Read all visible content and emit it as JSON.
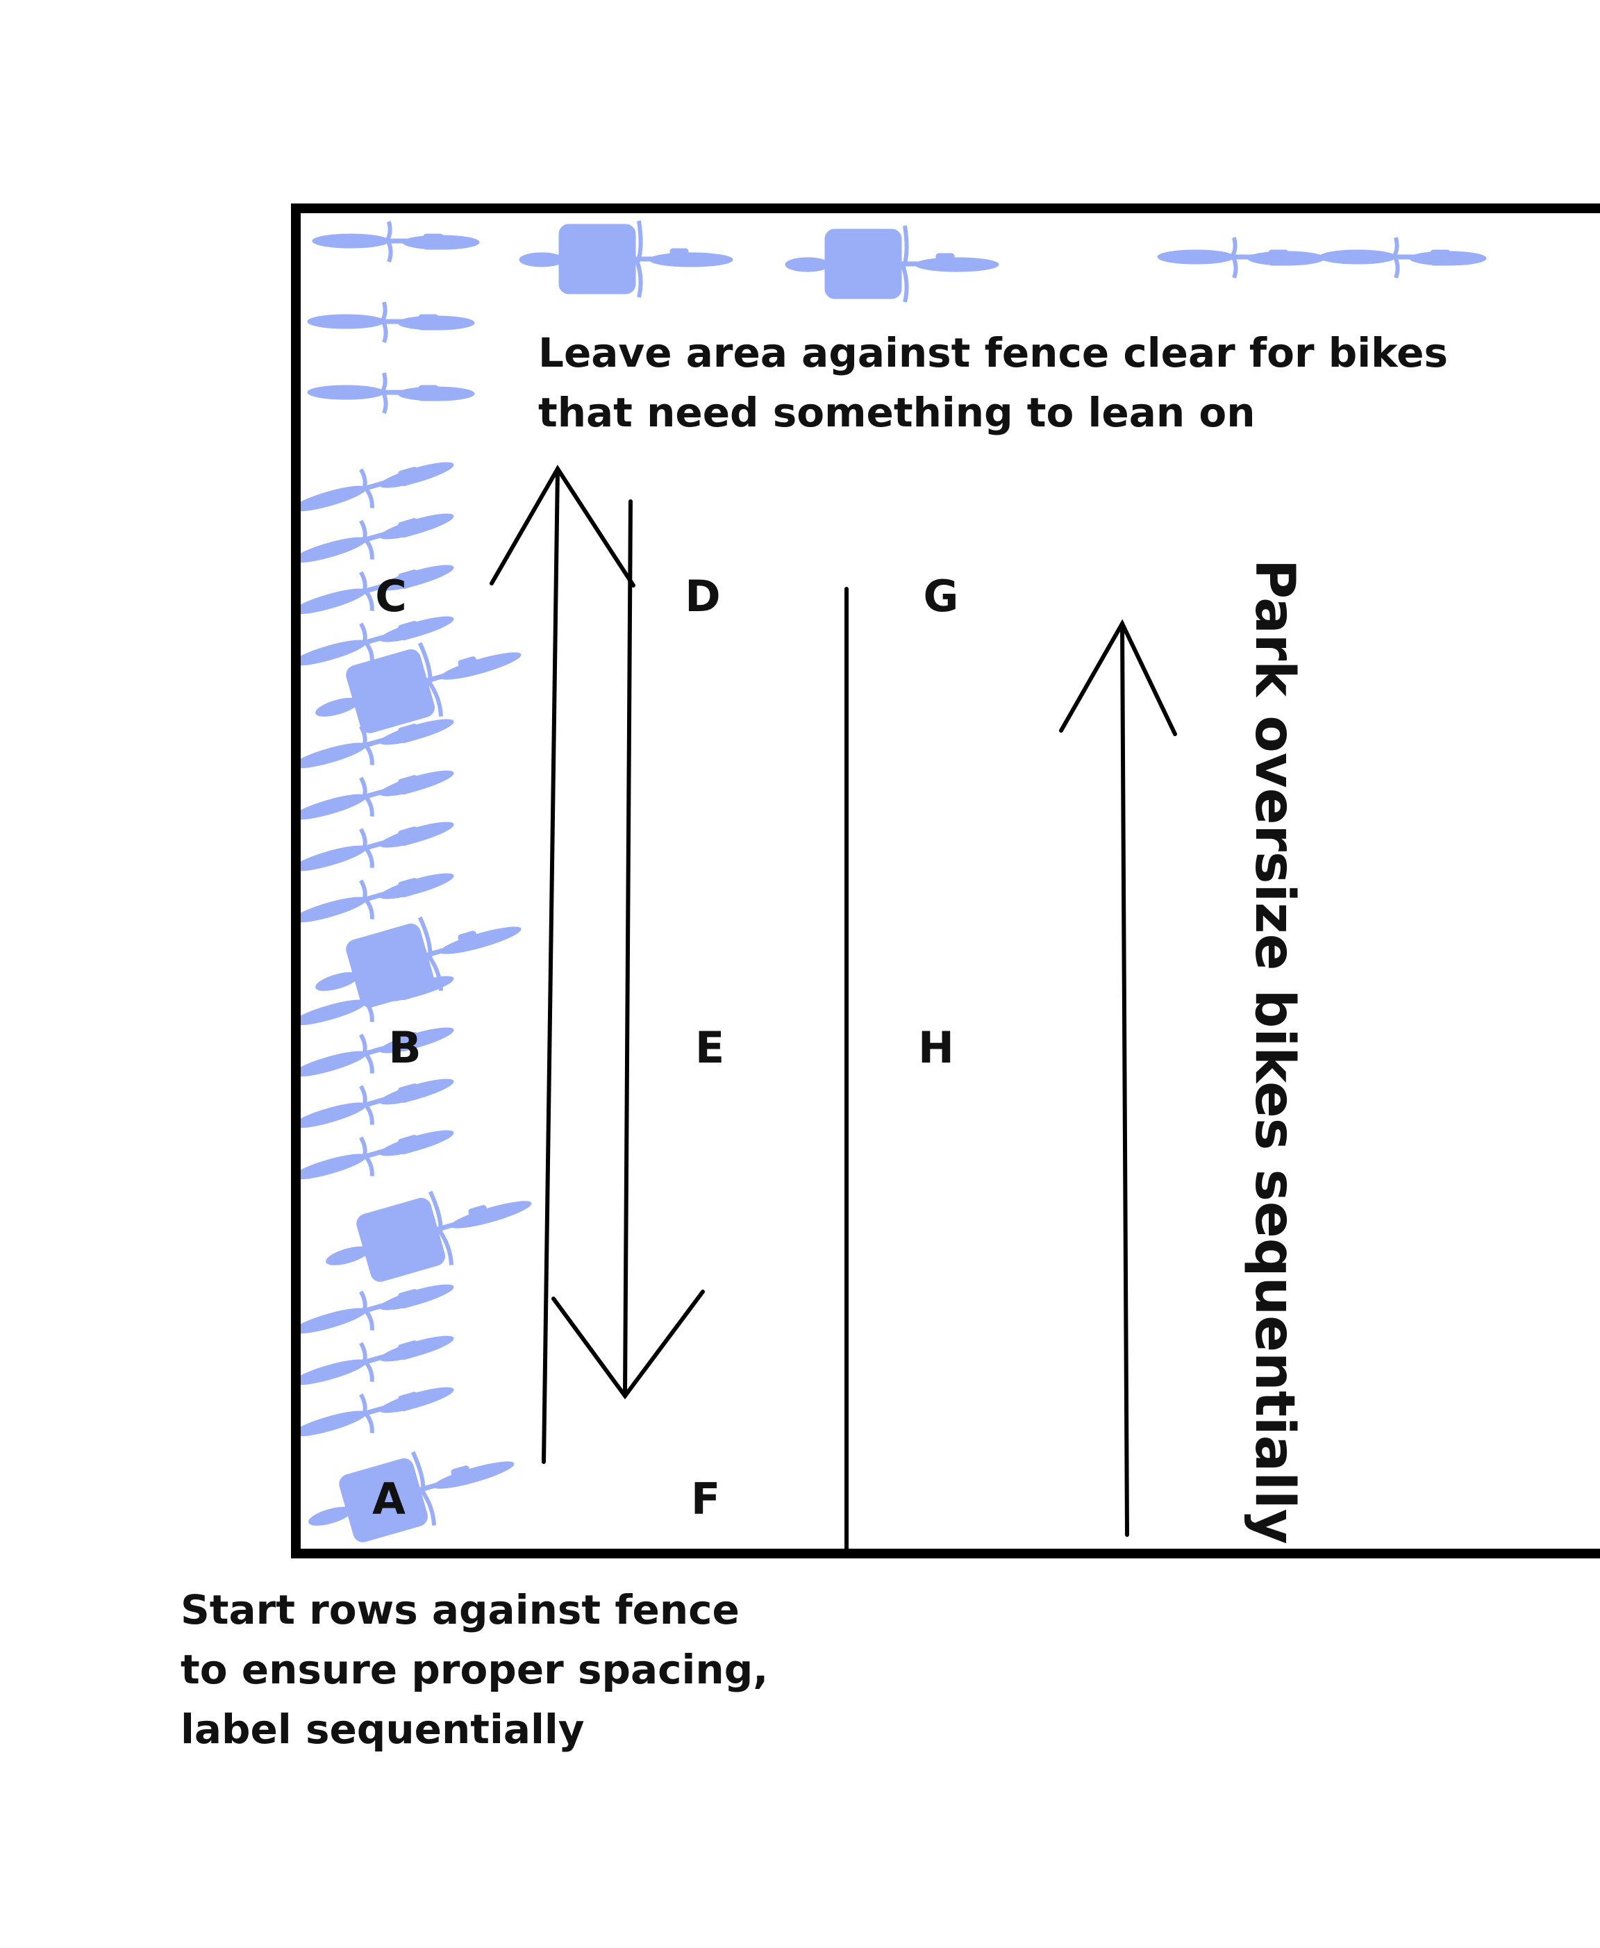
{
  "notes": {
    "fence_clear": [
      "Leave area against fence clear for bikes",
      "that need something to lean on"
    ],
    "start_rows": [
      "Start rows against fence",
      "to ensure proper spacing,",
      "label sequentially"
    ],
    "oversize": "Park oversize bikes sequentially"
  },
  "row_labels": {
    "a": "A",
    "b": "B",
    "c": "C",
    "d": "D",
    "e": "E",
    "f": "F",
    "g": "G",
    "h": "H"
  },
  "colors": {
    "bike": "#9aaef7",
    "line": "#000000"
  }
}
